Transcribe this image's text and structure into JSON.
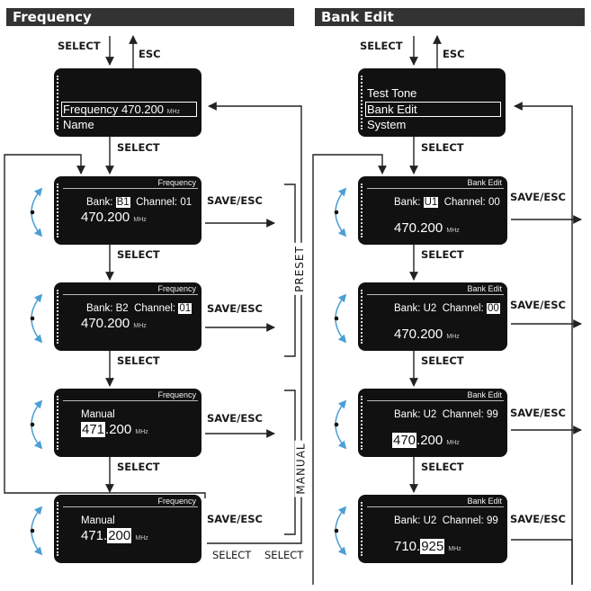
{
  "panels": {
    "frequency": {
      "header": "Frequency",
      "select": "SELECT",
      "esc": "ESC",
      "menu": {
        "item1": "Frequency 470.200",
        "item1_unit": "MHz",
        "item2": "Name"
      },
      "select_after_menu": "SELECT",
      "screens": [
        {
          "title": "Frequency",
          "bank_label": "Bank:",
          "bank_value": "B1",
          "channel_label": "Channel:",
          "channel_value": "01",
          "freq": "470.200",
          "unit": "MHz",
          "action": "SAVE/ESC",
          "next": "SELECT"
        },
        {
          "title": "Frequency",
          "bank_label": "Bank:",
          "bank_value": "B2",
          "channel_label": "Channel:",
          "channel_value": "01",
          "freq": "470.200",
          "unit": "MHz",
          "action": "SAVE/ESC",
          "next": "SELECT"
        },
        {
          "title": "Frequency",
          "mode": "Manual",
          "freq_hl": "471",
          "freq_rest": ".200",
          "unit": "MHz",
          "action": "SAVE/ESC",
          "next": "SELECT"
        },
        {
          "title": "Frequency",
          "mode": "Manual",
          "freq_pre": "471.",
          "freq_hl": "200",
          "unit": "MHz",
          "action": "SAVE/ESC"
        }
      ],
      "preset_label": "PRESET",
      "manual_label": "MANUAL",
      "bottom_select_1": "SELECT",
      "bottom_select_2": "SELECT"
    },
    "bank_edit": {
      "header": "Bank Edit",
      "select": "SELECT",
      "esc": "ESC",
      "menu": {
        "item1": "Test Tone",
        "item2": "Bank Edit",
        "item3": "System"
      },
      "select_after_menu": "SELECT",
      "screens": [
        {
          "title": "Bank Edit",
          "bank_label": "Bank:",
          "bank_value": "U1",
          "channel_label": "Channel:",
          "channel_value": "00",
          "freq": "470.200",
          "unit": "MHz",
          "action": "SAVE/ESC",
          "next": "SELECT"
        },
        {
          "title": "Bank Edit",
          "bank_label": "Bank:",
          "bank_value": "U2",
          "channel_label": "Channel:",
          "channel_value": "00",
          "freq": "470.200",
          "unit": "MHz",
          "action": "SAVE/ESC",
          "next": "SELECT"
        },
        {
          "title": "Bank Edit",
          "bank_label": "Bank:",
          "bank_value": "U2",
          "channel_label": "Channel:",
          "channel_value": "99",
          "freq_hl": "470",
          "freq_rest": ".200",
          "unit": "MHz",
          "action": "SAVE/ESC",
          "next": "SELECT"
        },
        {
          "title": "Bank Edit",
          "bank_label": "Bank:",
          "bank_value": "U2",
          "channel_label": "Channel:",
          "channel_value": "99",
          "freq_pre": "710.",
          "freq_hl": "925",
          "unit": "MHz",
          "action": "SAVE/ESC"
        }
      ]
    }
  },
  "colors": {
    "header_bg": "#333333",
    "screen_bg": "#111111",
    "rotary_arrow": "#4a9fd5",
    "line": "#222222"
  },
  "icons": [
    "rotary-knob-icon",
    "arrow-down-icon",
    "arrow-up-icon",
    "arrow-right-icon"
  ]
}
